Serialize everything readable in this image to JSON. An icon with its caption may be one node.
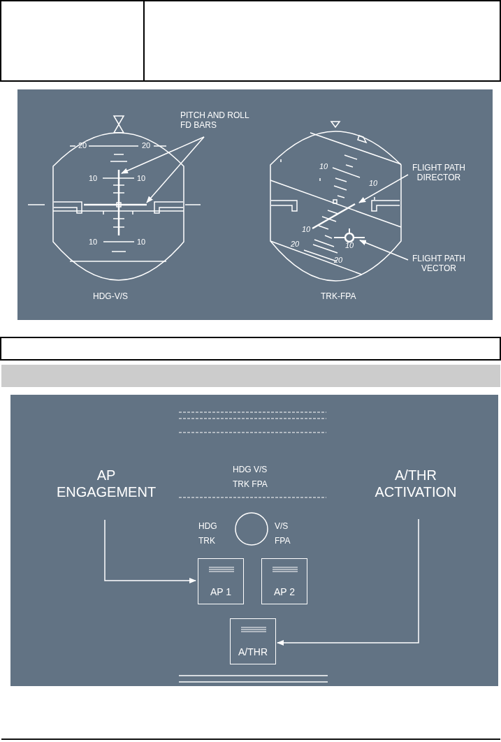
{
  "diagram": {
    "nodes": [
      {
        "text": [
          "PITCH AND ROLL FD BARS"
        ]
      },
      {
        "text": [],
        "shape": "bar"
      },
      {
        "text": [],
        "shape": "bar"
      },
      {
        "text": [
          "FLIGHT PATH DIRECTOR"
        ]
      },
      {
        "text": [],
        "shape": "bar"
      },
      {
        "text": [
          "FLIGHT PATH VECTOR"
        ]
      },
      {
        "text": [],
        "shape": "circle"
      },
      {
        "text": [
          "AP ENGAGEMENT"
        ]
      },
      {
        "text": [
          "AP 1"
        ]
      },
      {
        "text": [
          "AP 2"
        ]
      },
      {
        "text": [
          "A/THR ACTIVATION"
        ]
      },
      {
        "text": [
          "A/THR"
        ]
      }
    ],
    "edges": [
      {
        "from": 0,
        "to": 1,
        "arrow": "to"
      },
      {
        "from": 0,
        "to": 2,
        "arrow": "to"
      },
      {
        "from": 3,
        "to": 4,
        "arrow": "to"
      },
      {
        "from": 5,
        "to": 6,
        "arrow": "to"
      },
      {
        "from": 7,
        "to": 8,
        "arrow": "to"
      },
      {
        "from": 10,
        "to": 11,
        "arrow": "to"
      }
    ],
    "labels": [
      "20",
      "20",
      "10",
      "10",
      "10",
      "10",
      "10",
      "10",
      "10",
      "20",
      "10",
      "20",
      "HDG-V/S",
      "TRK-FPA",
      "HDG V/S",
      "TRK FPA",
      "HDG",
      "V/S",
      "TRK",
      "FPA"
    ]
  }
}
